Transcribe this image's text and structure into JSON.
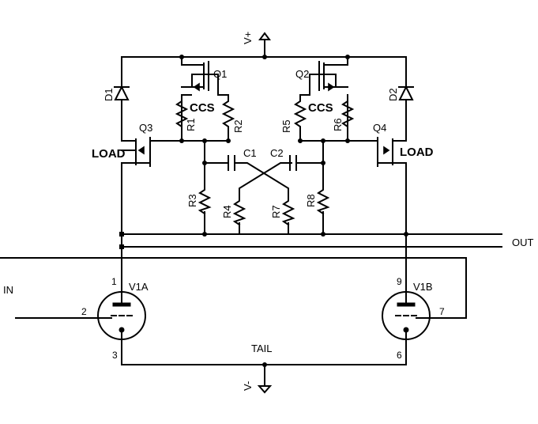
{
  "rails": {
    "vplus": "V+",
    "vminus": "V-"
  },
  "mosfets": {
    "q1": "Q1",
    "q2": "Q2",
    "q3": "Q3",
    "q4": "Q4"
  },
  "diodes": {
    "d1": "D1",
    "d2": "D2"
  },
  "resistors": {
    "r1": "R1",
    "r2": "R2",
    "r3": "R3",
    "r4": "R4",
    "r5": "R5",
    "r6": "R6",
    "r7": "R7",
    "r8": "R8"
  },
  "capacitors": {
    "c1": "C1",
    "c2": "C2"
  },
  "function_labels": {
    "ccs_left": "CCS",
    "ccs_right": "CCS",
    "load_left": "LOAD",
    "load_right": "LOAD"
  },
  "ports": {
    "input": "IN",
    "output": "OUT",
    "tail": "TAIL"
  },
  "tubes": {
    "v1a": {
      "name": "V1A",
      "pins": {
        "plate": "1",
        "grid": "2",
        "cathode": "3"
      }
    },
    "v1b": {
      "name": "V1B",
      "pins": {
        "plate": "9",
        "grid": "7",
        "cathode": "6"
      }
    }
  }
}
